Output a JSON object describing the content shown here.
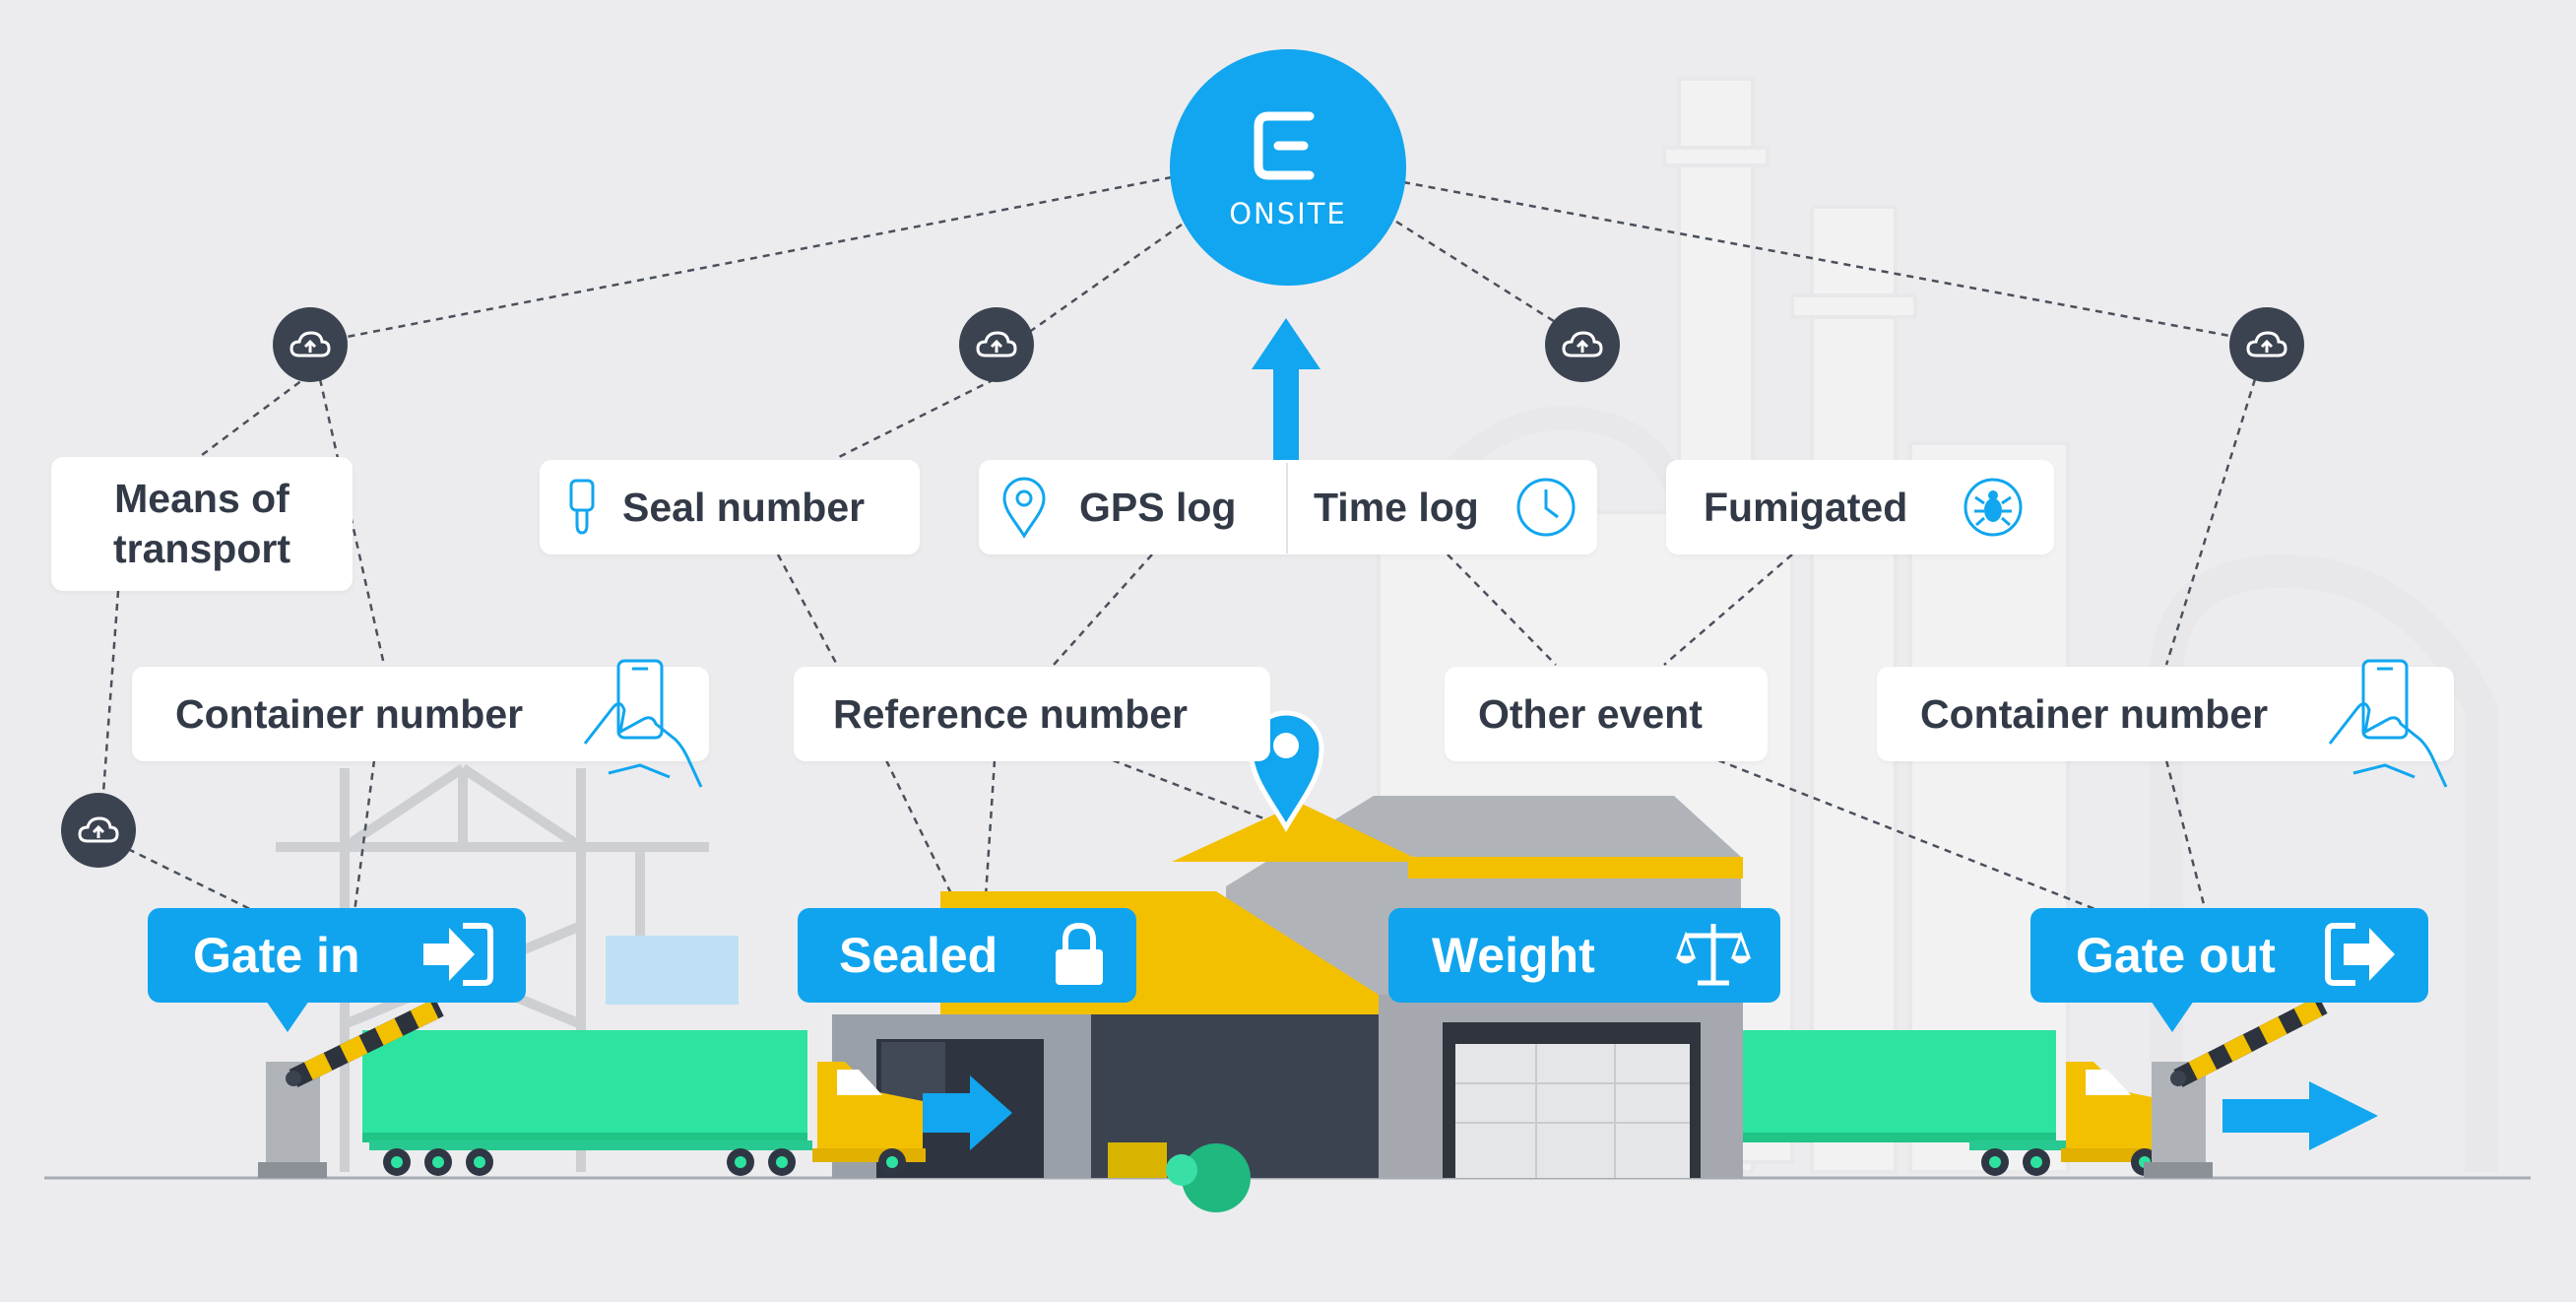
{
  "hub": {
    "label": "ONSITE",
    "logo_icon": "e-logo-icon"
  },
  "labels": {
    "means_of_transport": "Means of transport",
    "seal_number": "Seal number",
    "gps_log": "GPS log",
    "time_log": "Time log",
    "fumigated": "Fumigated",
    "container_number_left": "Container number",
    "reference_number": "Reference number",
    "other_event": "Other event",
    "container_number_right": "Container number"
  },
  "stages": {
    "gate_in": "Gate in",
    "sealed": "Sealed",
    "weight": "Weight",
    "gate_out": "Gate out"
  },
  "icons": [
    "cloud-upload-icon",
    "seal-tag-icon",
    "location-pin-icon",
    "clock-icon",
    "bug-icon",
    "hand-phone-icon",
    "arrow-into-door-icon",
    "padlock-icon",
    "scale-icon",
    "arrow-out-door-icon",
    "map-marker-icon",
    "up-arrow-icon"
  ],
  "colors": {
    "accent_blue": "#10a4ee",
    "node_dark": "#3b4350",
    "truck_green": "#2de3a0",
    "warehouse_yellow": "#f3c000",
    "background": "#ececee"
  }
}
